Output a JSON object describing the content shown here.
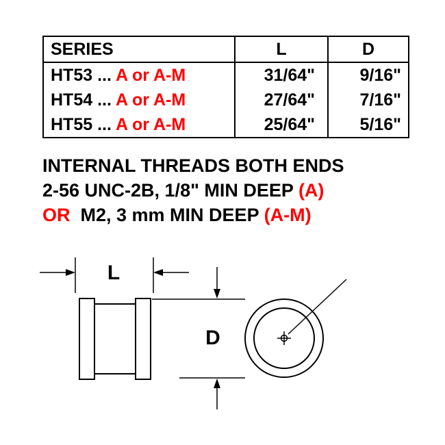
{
  "table": {
    "headers": [
      "SERIES",
      "L",
      "D"
    ],
    "rows": [
      {
        "series": "HT53 ...",
        "variant": "A or A-M",
        "l": "31/64\"",
        "d": "9/16\""
      },
      {
        "series": "HT54 ...",
        "variant": "A or A-M",
        "l": "27/64\"",
        "d": "7/16\""
      },
      {
        "series": "HT55 ...",
        "variant": "A or A-M",
        "l": "25/64\"",
        "d": "5/16\""
      }
    ]
  },
  "notes": {
    "line1": "INTERNAL THREADS BOTH ENDS",
    "line2_main": "2-56 UNC-2B, 1/8\" MIN DEEP",
    "line2_red": "(A)",
    "line3_red_prefix": "OR",
    "line3_main": "M2, 3 mm MIN DEEP",
    "line3_red_suffix": "(A-M)"
  },
  "drawing": {
    "length_label": "L",
    "diameter_label": "D"
  },
  "colors": {
    "accent_red": "#ff0000",
    "line_black": "#000000"
  }
}
